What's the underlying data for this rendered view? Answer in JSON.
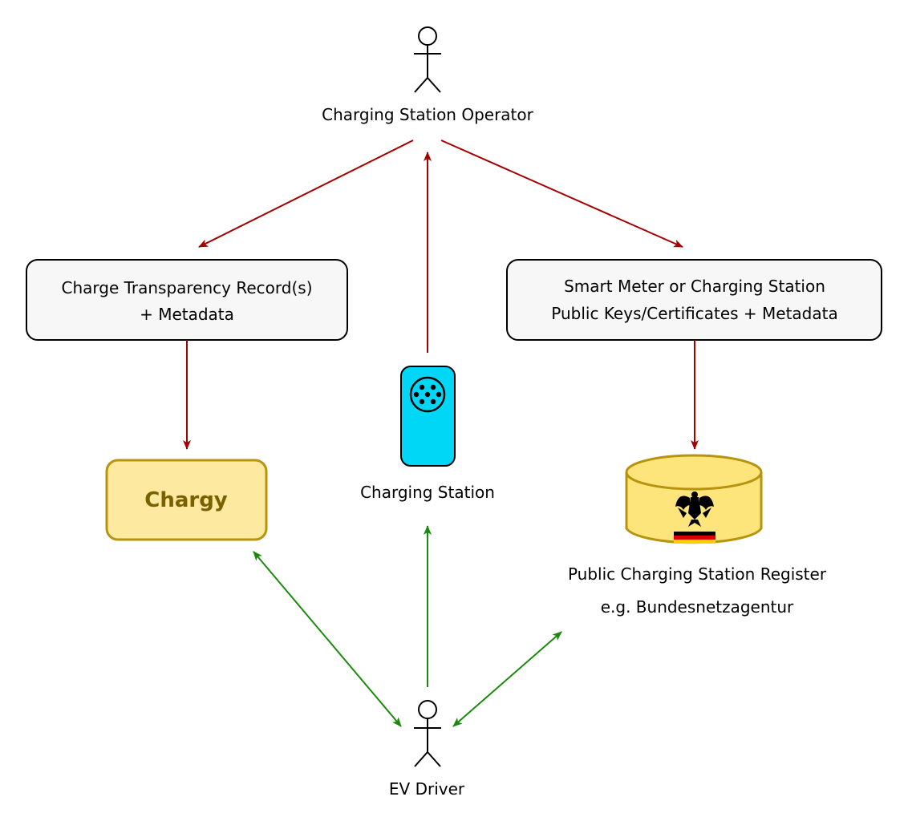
{
  "actors": {
    "operator": "Charging Station Operator",
    "driver": "EV Driver"
  },
  "boxes": {
    "ctr_line1": "Charge Transparency Record(s)",
    "ctr_line2": "+ Metadata",
    "keys_line1": "Smart Meter or Charging Station",
    "keys_line2": "Public Keys/Certificates + Metadata",
    "chargy": "Chargy"
  },
  "charging_station": {
    "label": "Charging Station"
  },
  "register": {
    "line1": "Public Charging Station Register",
    "line2": "e.g. Bundesnetzagentur"
  },
  "colors": {
    "red_arrow": "#a50000",
    "green_arrow": "#1a8a0a",
    "box_fill": "#f7f7f7",
    "chargy_fill": "#fde9a0",
    "chargy_stroke": "#b8930e",
    "db_fill": "#fde57c",
    "db_stroke": "#b8930e",
    "station_fill": "#00d7f7"
  }
}
